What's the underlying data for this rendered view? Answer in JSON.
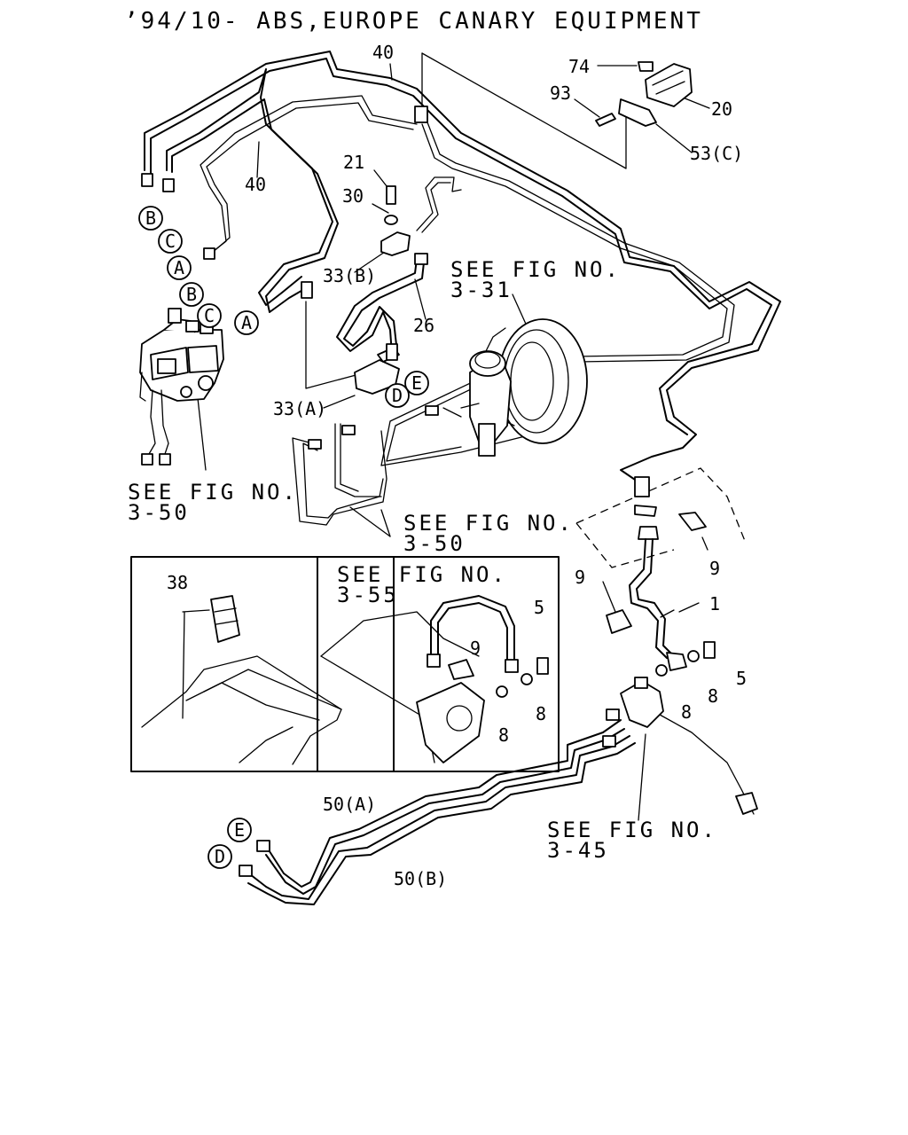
{
  "title": "’94/10- ABS,EUROPE CANARY EQUIPMENT",
  "references": {
    "fig_3_31": {
      "line1": "SEE FIG NO.",
      "line2": "3-31"
    },
    "fig_3_50_left": {
      "line1": "SEE FIG NO.",
      "line2": "3-50"
    },
    "fig_3_50_center": {
      "line1": "SEE FIG NO.",
      "line2": "3-50"
    },
    "fig_3_55": {
      "line1": "SEE FIG NO.",
      "line2": "3-55"
    },
    "fig_3_45": {
      "line1": "SEE FIG NO.",
      "line2": "3-45"
    }
  },
  "callouts": {
    "p40_top": "40",
    "p40_left": "40",
    "p74": "74",
    "p93": "93",
    "p20": "20",
    "p53c": "53(C)",
    "p21": "21",
    "p30": "30",
    "p33b": "33(B)",
    "p26": "26",
    "p33a": "33(A)",
    "p38": "38",
    "p9_inset": "9",
    "p5_inset": "5",
    "p8_inset_a": "8",
    "p8_inset_b": "8",
    "p9_right_top": "9",
    "p9_right_left": "9",
    "p1": "1",
    "p5_right": "5",
    "p8_right_a": "8",
    "p8_right_b": "8",
    "p50a": "50(A)",
    "p50b": "50(B)"
  },
  "connectors": {
    "b_top": "B",
    "c_top": "C",
    "a_left": "A",
    "b_unit": "B",
    "c_unit": "C",
    "a_unit": "A",
    "d_mid": "D",
    "e_mid": "E",
    "e_bottom": "E",
    "d_bottom": "D"
  }
}
